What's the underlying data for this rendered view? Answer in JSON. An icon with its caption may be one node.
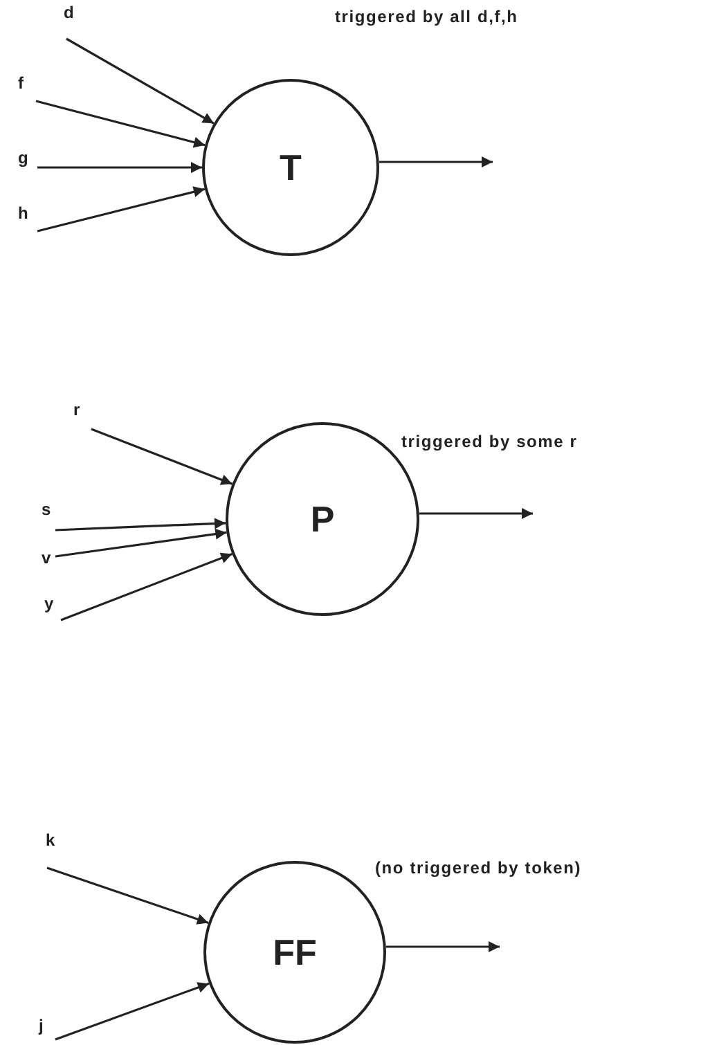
{
  "diagram": {
    "nodes": [
      {
        "text": [
          "T"
        ],
        "beside": [
          "triggered by all d,f,h"
        ]
      },
      {
        "text": [
          "d"
        ]
      },
      {
        "text": [
          "f"
        ]
      },
      {
        "text": [
          "g"
        ]
      },
      {
        "text": [
          "h"
        ]
      },
      {
        "text": [
          "P"
        ],
        "beside": [
          "triggered by some r"
        ]
      },
      {
        "text": [
          "r"
        ]
      },
      {
        "text": [
          "s"
        ]
      },
      {
        "text": [
          "v"
        ]
      },
      {
        "text": [
          "y"
        ]
      },
      {
        "text": [
          "FF"
        ],
        "beside": [
          "(no triggered by token)"
        ]
      },
      {
        "text": [
          "k"
        ]
      },
      {
        "text": [
          "j"
        ]
      }
    ],
    "edges": [
      {
        "from": 1,
        "to": 0,
        "arrow": "to"
      },
      {
        "from": 2,
        "to": 0,
        "arrow": "to"
      },
      {
        "from": 3,
        "to": 0,
        "arrow": "to"
      },
      {
        "from": 4,
        "to": 0,
        "arrow": "to"
      },
      {
        "from": 0,
        "to": null,
        "arrow": "to"
      },
      {
        "from": 6,
        "to": 5,
        "arrow": "to"
      },
      {
        "from": 7,
        "to": 5,
        "arrow": "to"
      },
      {
        "from": 8,
        "to": 5,
        "arrow": "to"
      },
      {
        "from": 9,
        "to": 5,
        "arrow": "to"
      },
      {
        "from": 5,
        "to": null,
        "arrow": "to"
      },
      {
        "from": 11,
        "to": 10,
        "arrow": "to"
      },
      {
        "from": 12,
        "to": 10,
        "arrow": "to"
      },
      {
        "from": 10,
        "to": null,
        "arrow": "to"
      }
    ]
  }
}
